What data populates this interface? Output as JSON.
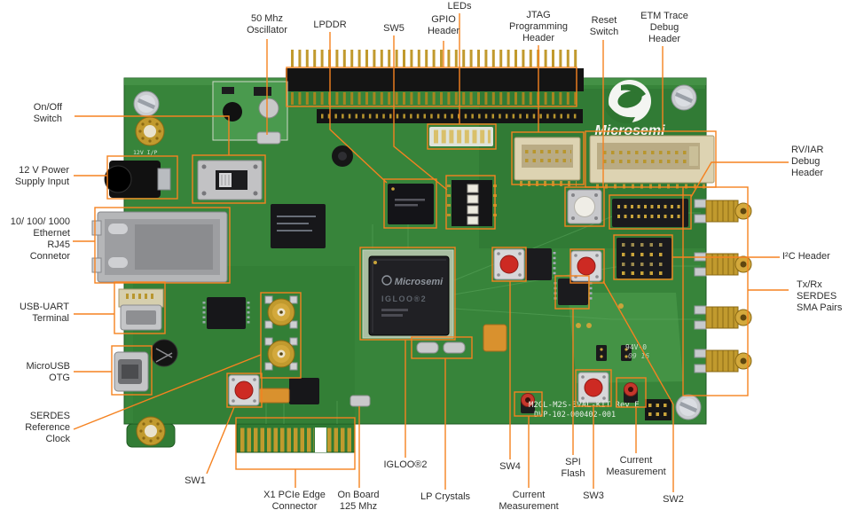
{
  "callouts": {
    "top": [
      {
        "label": "50 Mhz\nOscillator"
      },
      {
        "label": "LPDDR"
      },
      {
        "label": "SW5"
      },
      {
        "label": "GPIO\nHeader"
      },
      {
        "label": "LEDs"
      },
      {
        "label": "JTAG\nProgramming\nHeader"
      },
      {
        "label": "Reset\nSwitch"
      },
      {
        "label": "ETM Trace\nDebug\nHeader"
      }
    ],
    "left": [
      {
        "label": "On/Off\nSwitch"
      },
      {
        "label": "12 V Power\nSupply Input"
      },
      {
        "label": "10/ 100/ 1000\nEthernet\nRJ45\nConnetor"
      },
      {
        "label": "USB-UART\nTerminal"
      },
      {
        "label": "MicroUSB\nOTG"
      },
      {
        "label": "SERDES\nReference\nClock"
      }
    ],
    "right": [
      {
        "label": "RV/IAR\nDebug\nHeader"
      },
      {
        "label": "I²C Header"
      },
      {
        "label": "Tx/Rx SERDES\nSMA Pairs"
      }
    ],
    "bottom": [
      {
        "label": "SW1"
      },
      {
        "label": "X1 PCIe Edge\nConnector"
      },
      {
        "label": "On Board\n125 Mhz"
      },
      {
        "label": "IGLOO®2"
      },
      {
        "label": "LP Crystals"
      },
      {
        "label": "SW4"
      },
      {
        "label": "Current\nMeasurement"
      },
      {
        "label": "SPI\nFlash"
      },
      {
        "label": "SW3"
      },
      {
        "label": "Current\nMeasurement"
      },
      {
        "label": "SW2"
      }
    ]
  },
  "board": {
    "logo_text": "Microsemi",
    "fpga_marking": {
      "brand": "Microsemi",
      "series": "IGLOO®2"
    },
    "silkscreen": {
      "kit_name": "M2GL-M2S-EVAL-KIT Rev E",
      "part_number": "DVP-102-000402-001",
      "flammability_rating": "94V-0",
      "date_code": "09 16",
      "power_input": "12V I/P"
    }
  },
  "colors": {
    "callout_orange": "#F58220",
    "pcb_green": "#37843a",
    "label_text": "#2e2e2e"
  }
}
